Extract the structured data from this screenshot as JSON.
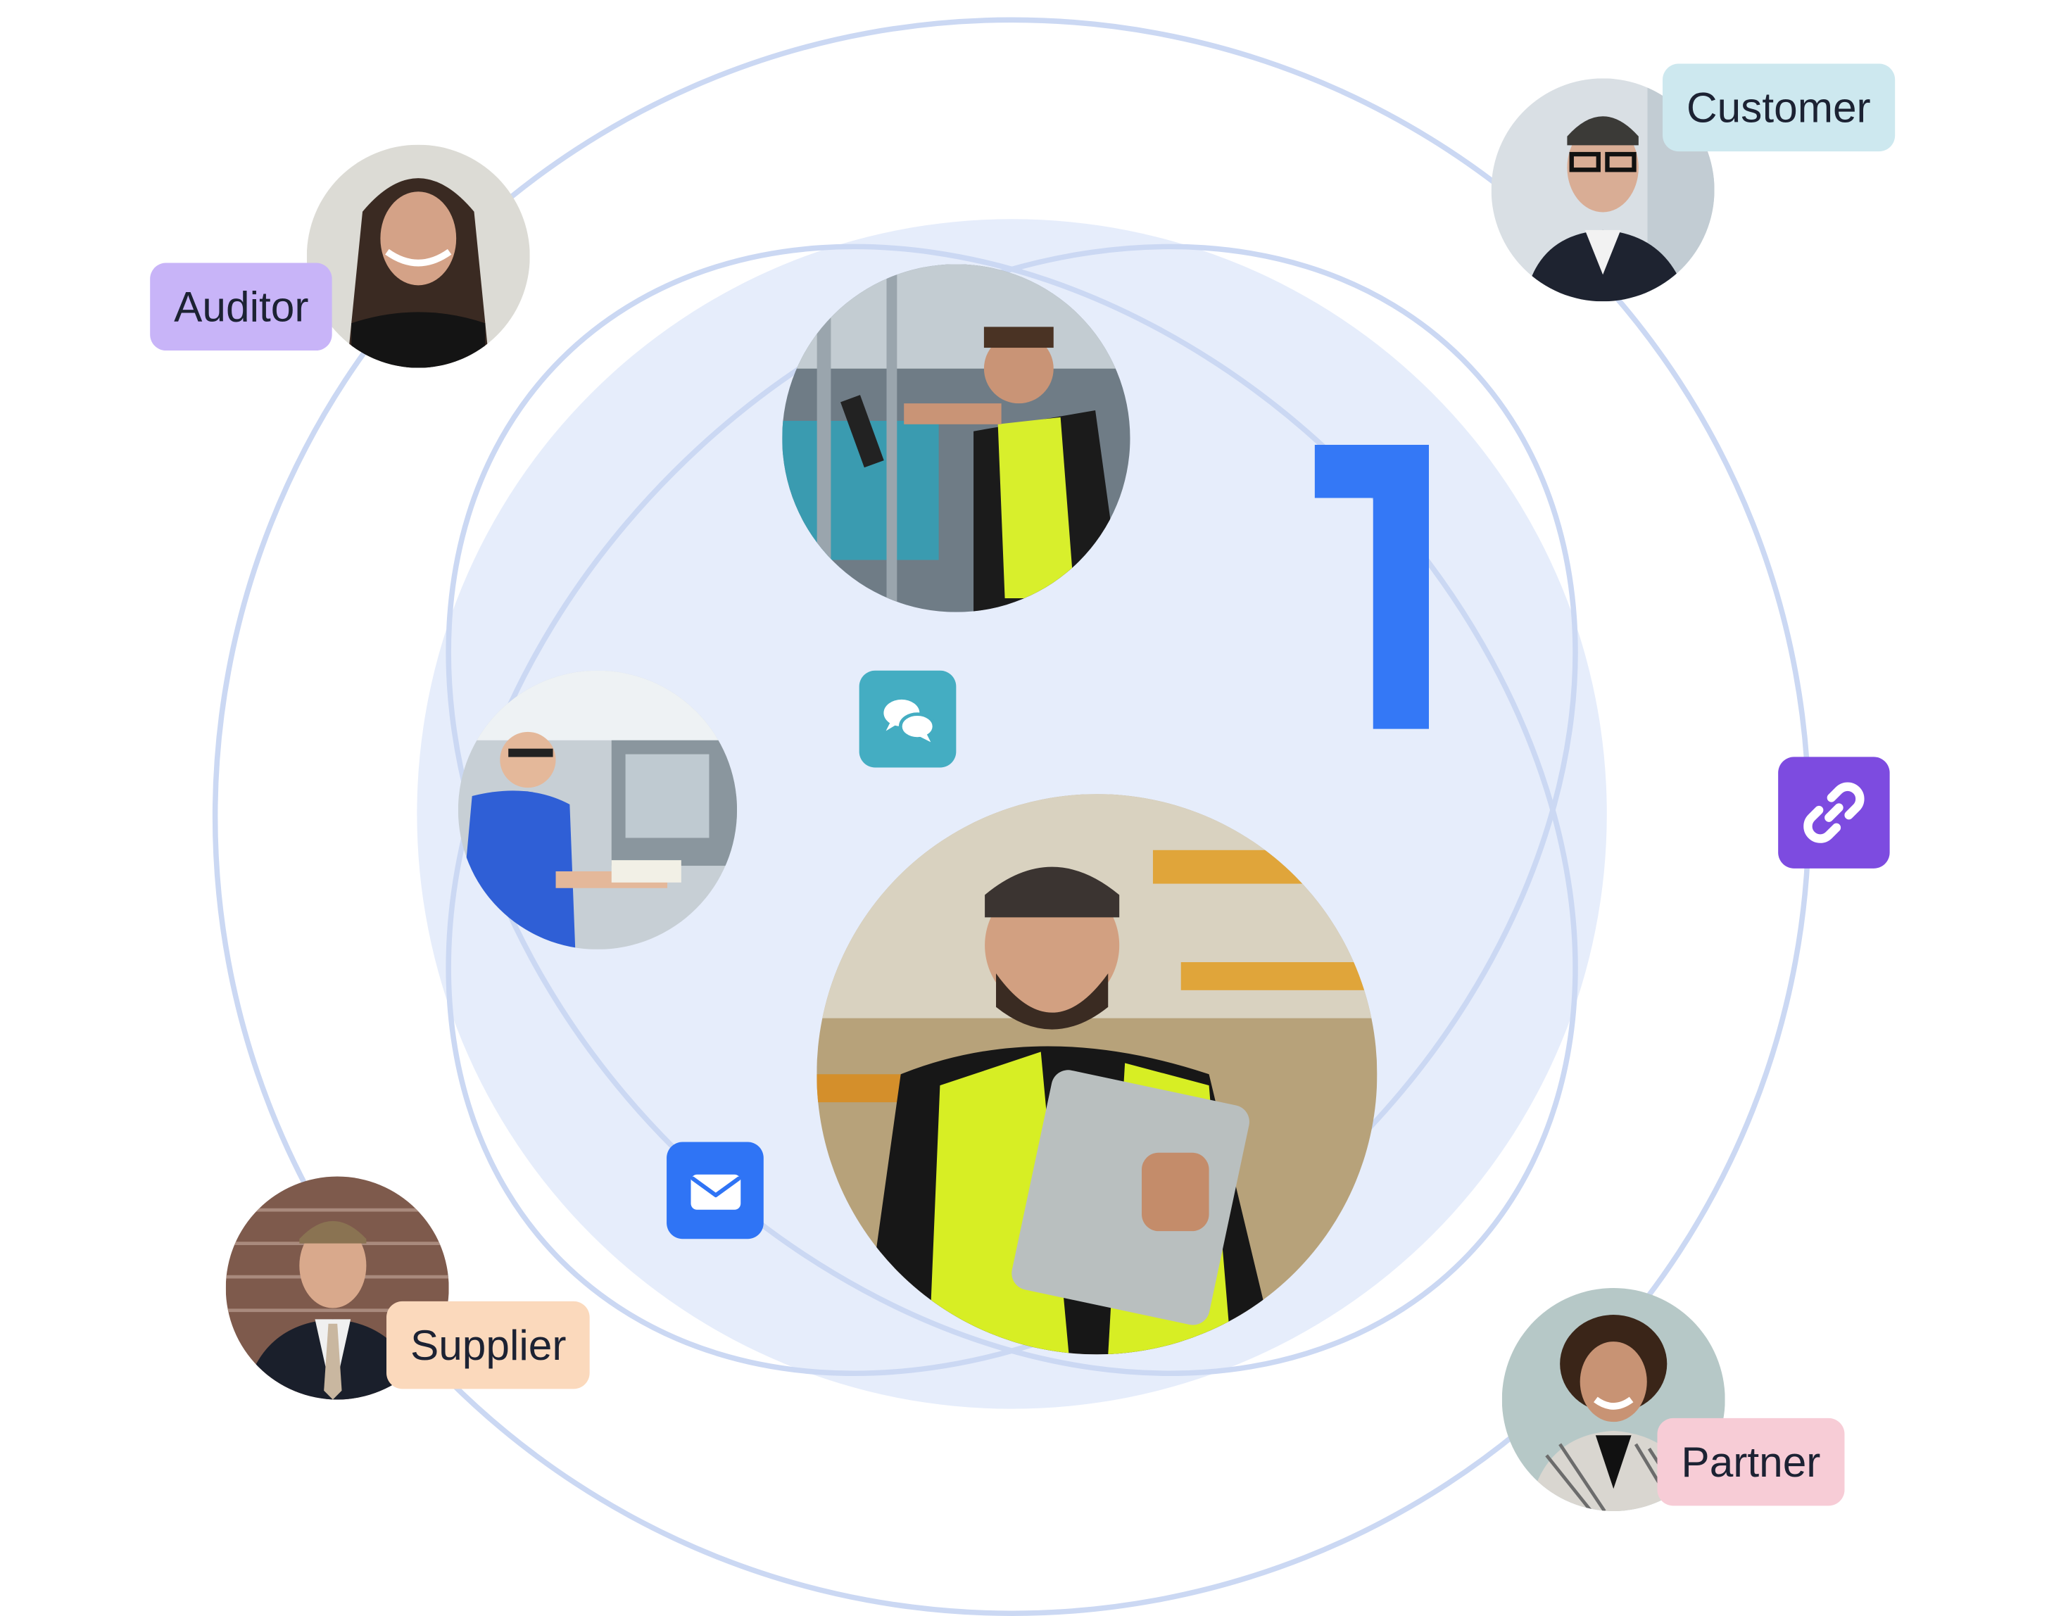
{
  "brand_number": "1",
  "roles": {
    "auditor": "Auditor",
    "customer": "Customer",
    "supplier": "Supplier",
    "partner": "Partner"
  },
  "icons": {
    "chat": "chat-bubbles-icon",
    "email": "envelope-icon",
    "link": "chain-link-icon"
  },
  "colors": {
    "background": "#ffffff",
    "center_disc": "#e6edfb",
    "connector_line": "#cbd8f3",
    "brand_blue": "#3478f6",
    "chat_teal": "#44adc2",
    "email_blue": "#2f74f5",
    "link_purple": "#7d4be0",
    "auditor_tag": "#c8b4f8",
    "customer_tag": "#cde8ef",
    "supplier_tag": "#fbd9bc",
    "partner_tag": "#f7ccd6"
  }
}
